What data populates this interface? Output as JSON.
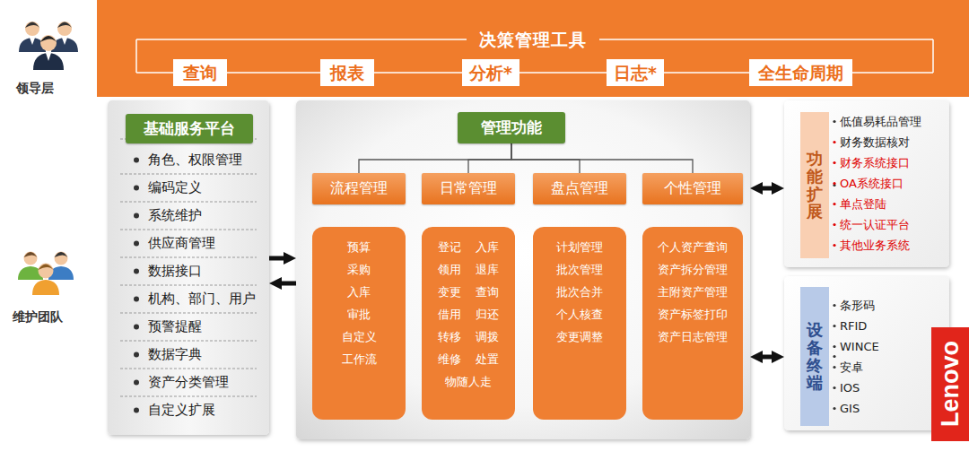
{
  "diagram": {
    "nodes": [
      {
        "text": [
          "决策管理工具"
        ]
      },
      {
        "text": [
          "查询"
        ],
        "in": 0
      },
      {
        "text": [
          "报表"
        ],
        "in": 0
      },
      {
        "text": [
          "分析*"
        ],
        "in": 0
      },
      {
        "text": [
          "日志*"
        ],
        "in": 0
      },
      {
        "text": [
          "全生命周期"
        ],
        "in": 0
      },
      {
        "text": [
          "角色、权限管理",
          "编码定义",
          "系统维护",
          "供应商管理",
          "数据接口",
          "机构、部门、用户",
          "预警提醒",
          "数据字典",
          "资产分类管理",
          "自定义扩展"
        ]
      },
      {
        "text": [
          "基础服务平台"
        ],
        "in": 6
      },
      {
        "text": []
      },
      {
        "text": [
          "管理功能"
        ],
        "in": 8
      },
      {
        "text": [
          "流程管理"
        ],
        "in": 8
      },
      {
        "text": [
          "日常管理"
        ],
        "in": 8
      },
      {
        "text": [
          "盘点管理"
        ],
        "in": 8
      },
      {
        "text": [
          "个性管理"
        ],
        "in": 8
      },
      {
        "text": [
          "预算",
          "采购",
          "入库",
          "审批",
          "自定义",
          "工作流"
        ],
        "in": 8
      },
      {
        "text": [
          "登记 入库",
          "领用 退库",
          "变更 查询",
          "借用 归还",
          "转移 调拨",
          "维修 处置",
          "物随人走"
        ],
        "in": 8
      },
      {
        "text": [
          "计划管理",
          "批次管理",
          "批次合并",
          "个人核查",
          "变更调整"
        ],
        "in": 8
      },
      {
        "text": [
          "个人资产查询",
          "资产拆分管理",
          "主附资产管理",
          "资产标签打印",
          "资产日志管理"
        ],
        "in": 8
      },
      {
        "text": [
          "低值易耗品管理",
          "财务数据核对",
          "财务系统接口",
          "OA系统接口",
          "单点登陆",
          "统一认证平台",
          "其他业务系统"
        ]
      },
      {
        "text": [
          "功能扩展"
        ],
        "in": 18
      },
      {
        "text": [
          "条形码",
          "RFID",
          "WINCE",
          "安卓",
          "IOS",
          "GIS"
        ]
      },
      {
        "text": [
          "设备终端"
        ],
        "in": 20
      }
    ],
    "edges": [
      {
        "from": 6,
        "to": 8,
        "arrow": "to"
      },
      {
        "from": 8,
        "to": 6,
        "arrow": "to"
      },
      {
        "from": 8,
        "to": 18,
        "arrow": "both"
      },
      {
        "from": 8,
        "to": 20,
        "arrow": "both"
      },
      {
        "from": 9,
        "to": 10,
        "arrow": "none"
      },
      {
        "from": 9,
        "to": 11,
        "arrow": "none"
      },
      {
        "from": 9,
        "to": 12,
        "arrow": "none"
      },
      {
        "from": 9,
        "to": 13,
        "arrow": "none"
      }
    ],
    "labels": [
      "领导层",
      "维护团队",
      "Lenovo"
    ]
  }
}
